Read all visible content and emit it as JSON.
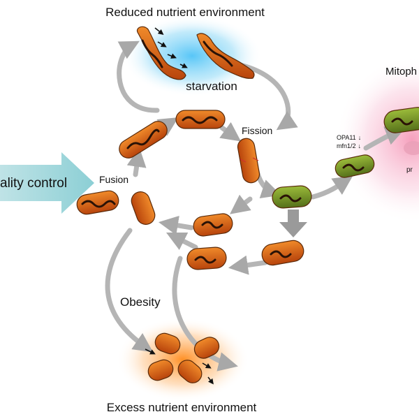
{
  "labels": {
    "top_title": "Reduced nutrient environment",
    "starvation": "starvation",
    "fission": "Fission",
    "fusion": "Fusion",
    "quality_control": "ality control",
    "obesity": "Obesity",
    "bottom_title": "Excess nutrient environment",
    "mitophagy": "Mitoph",
    "opa1": "OPA11",
    "mfn": "mfn1/2",
    "pr": "pr"
  },
  "colors": {
    "mito_orange": "#e0701c",
    "mito_green": "#7a9a2a",
    "cristae": "#3a1a0a",
    "arrow_grey": "#b5b5b5",
    "qc_arrow": "#a6d8dc",
    "starvation_glow": "#5ec8f0",
    "excess_glow": "#ff9a2a",
    "mitophagy_glow": "#f6a8c8"
  },
  "icons": [
    "down-arrow-icon",
    "down-arrow-icon"
  ]
}
